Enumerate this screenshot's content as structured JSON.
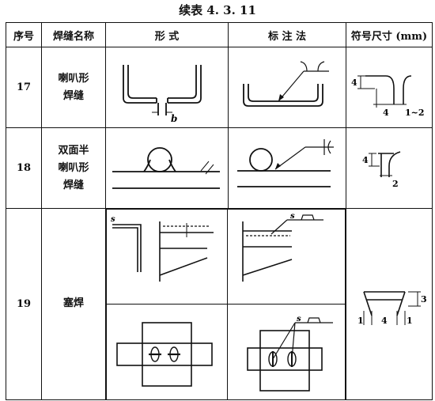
{
  "page": {
    "title": "续表 4. 3. 11"
  },
  "table": {
    "headers": [
      "序号",
      "焊缝名称",
      "形 式",
      "标 注 法",
      "符号尺寸 (mm)"
    ],
    "rows": [
      {
        "no": "17",
        "name_lines": [
          "喇叭形",
          "焊缝"
        ],
        "form_labels": {
          "gap": "b"
        },
        "mark_labels": {},
        "size_labels": {
          "height": "4",
          "width": "4",
          "gap": "1~2"
        }
      },
      {
        "no": "18",
        "name_lines": [
          "双面半",
          "喇叭形",
          "焊缝"
        ],
        "form_labels": {},
        "mark_labels": {},
        "size_labels": {
          "height": "4",
          "gap": "2"
        }
      },
      {
        "no": "19",
        "name_lines": [
          "塞焊"
        ],
        "form_labels": {
          "thickness": "s"
        },
        "mark_labels": {
          "thickness_top": "s",
          "thickness_bottom": "s"
        },
        "size_labels": {
          "left": "1",
          "width": "4",
          "right": "1",
          "height": "3"
        }
      }
    ]
  }
}
